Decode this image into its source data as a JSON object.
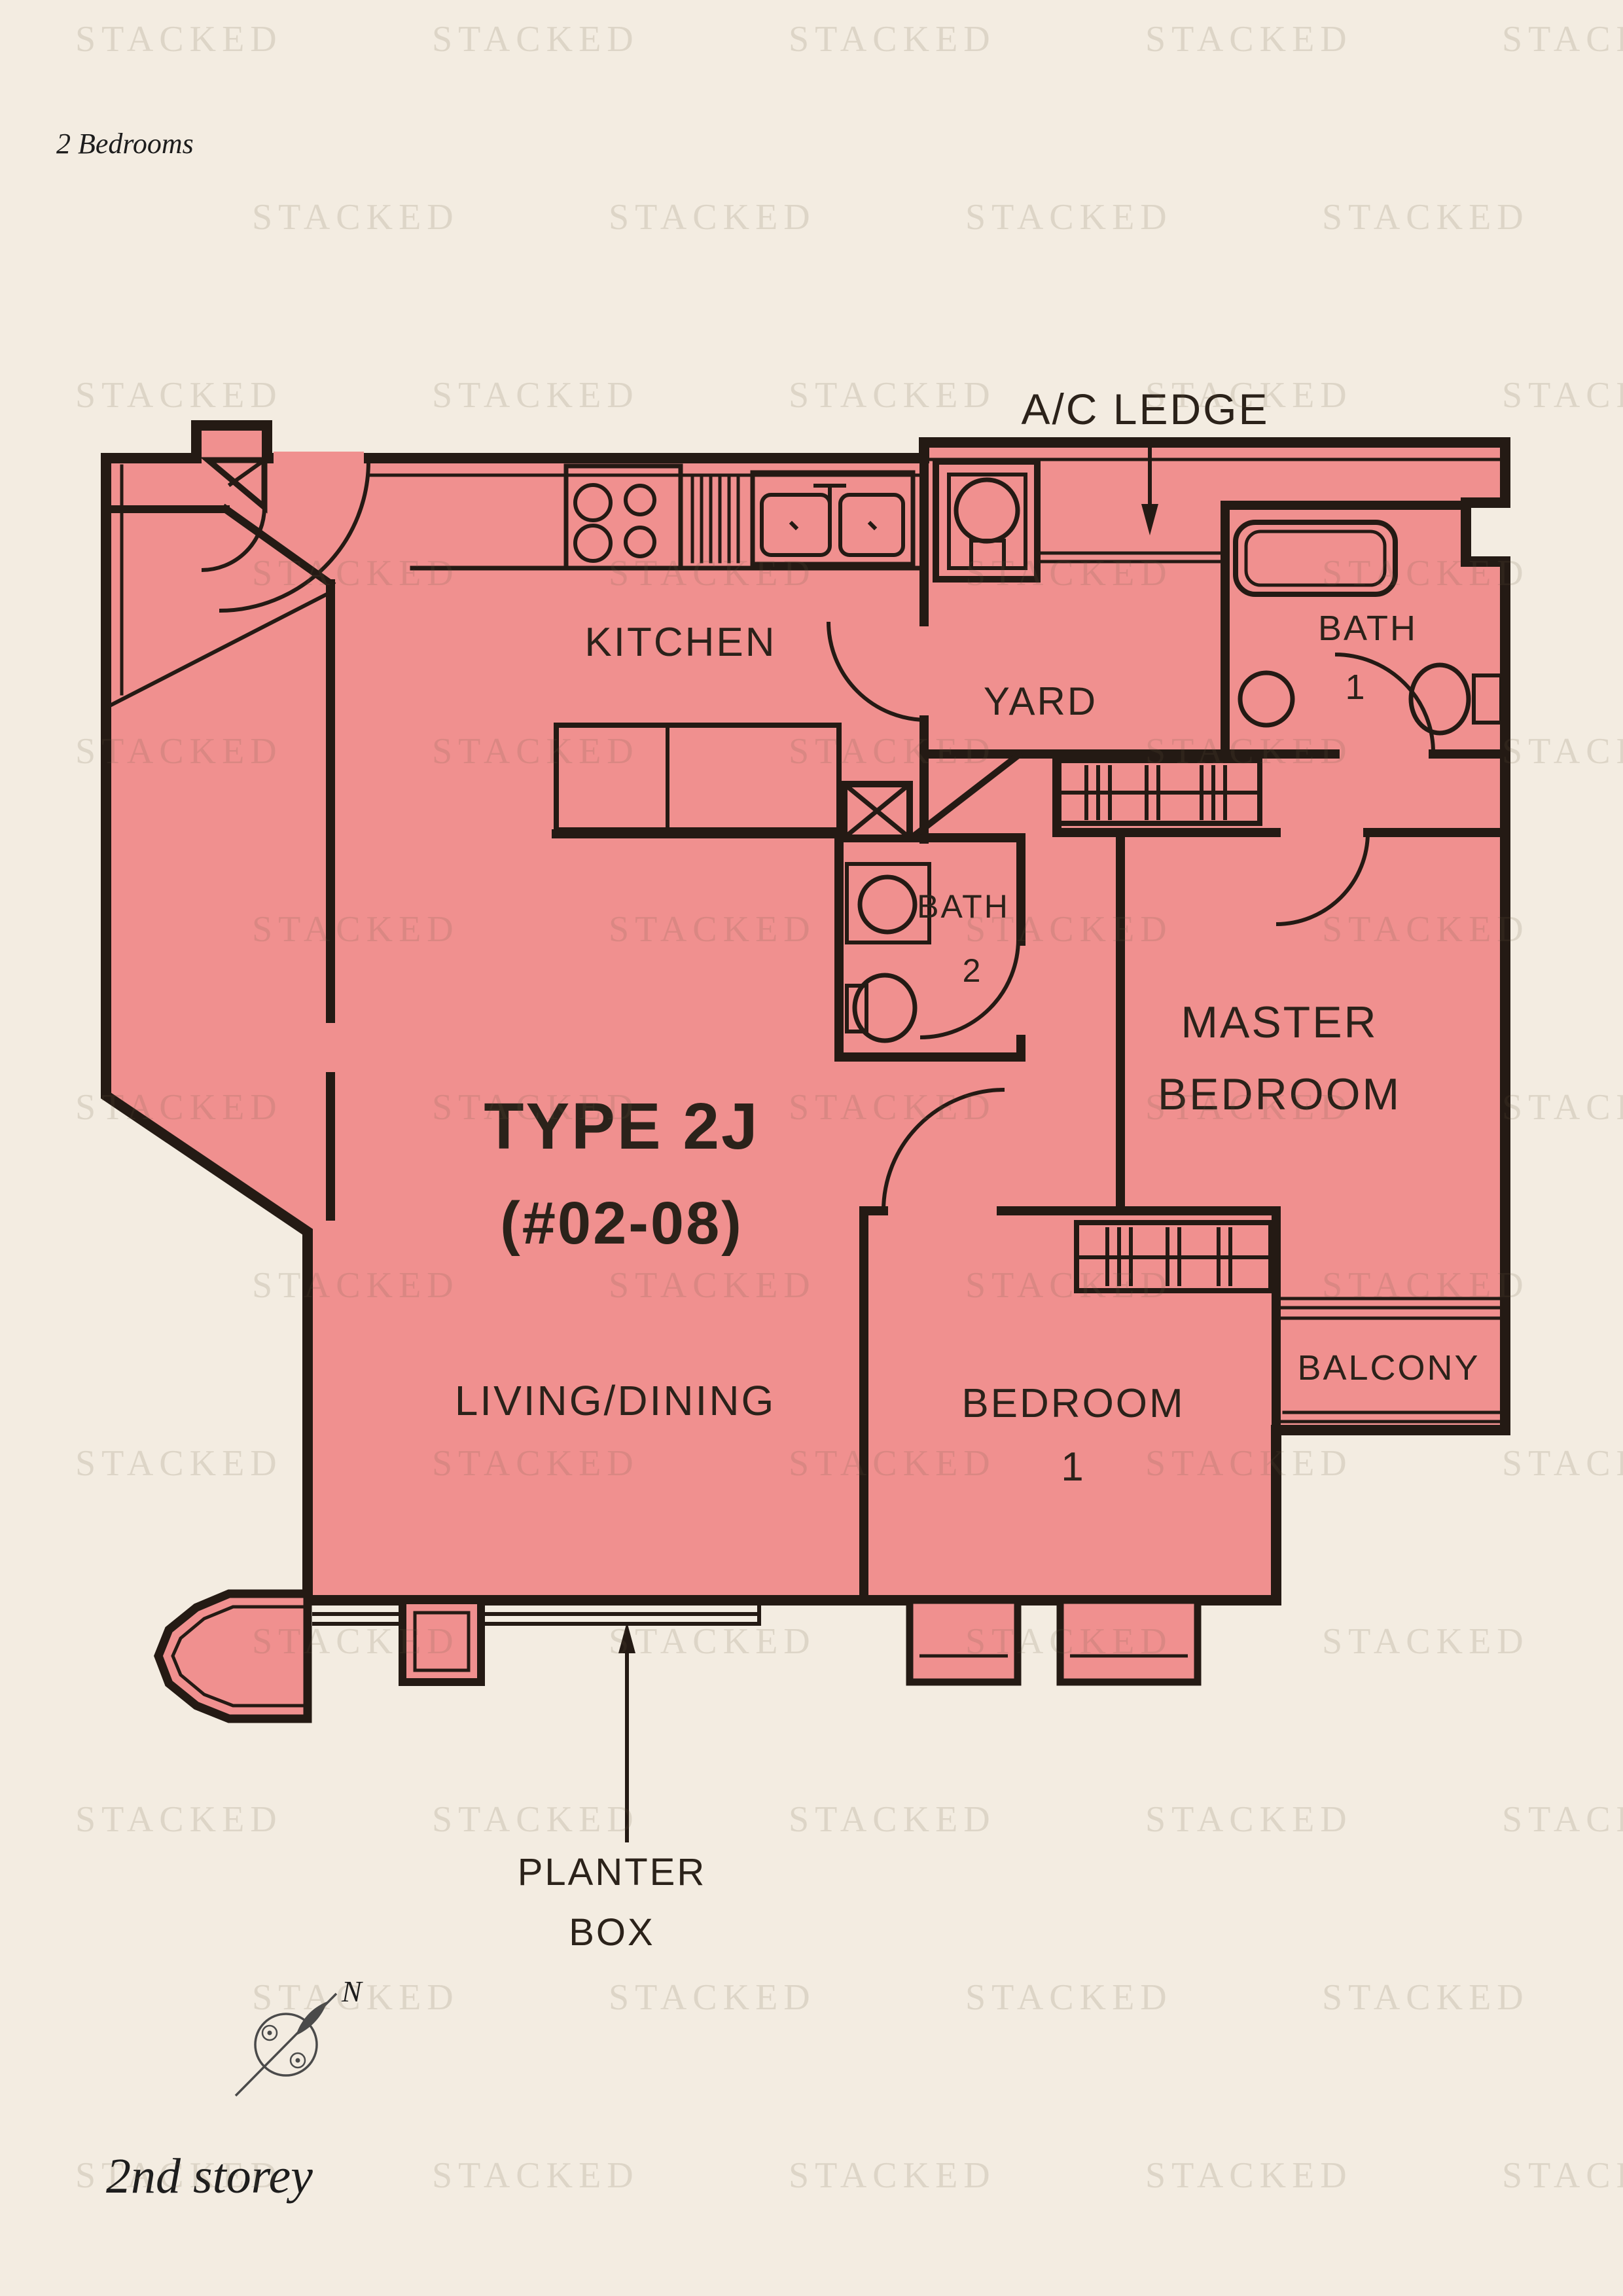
{
  "page": {
    "background": "#f3ece1",
    "top_caption": "2 Bedrooms",
    "bottom_caption": "2nd storey",
    "watermark_text": "STACKED",
    "compass": {
      "label": "N"
    }
  },
  "floorplan": {
    "colors": {
      "room_fill": "#f0908f",
      "wall": "#241a14",
      "label": "#2b221a",
      "background": "#f3ece1"
    },
    "unit": {
      "type_line": "TYPE 2J",
      "unit_no_line": "(#02-08)"
    },
    "labels": {
      "ac_ledge": "A/C LEDGE",
      "kitchen": "KITCHEN",
      "yard": "YARD",
      "bath1_line1": "BATH",
      "bath1_line2": "1",
      "bath2_line1": "BATH",
      "bath2_line2": "2",
      "master_line1": "MASTER",
      "master_line2": "BEDROOM",
      "living": "LIVING/DINING",
      "bedroom1_line1": "BEDROOM",
      "bedroom1_line2": "1",
      "balcony": "BALCONY",
      "planter_line1": "PLANTER",
      "planter_line2": "BOX"
    }
  }
}
